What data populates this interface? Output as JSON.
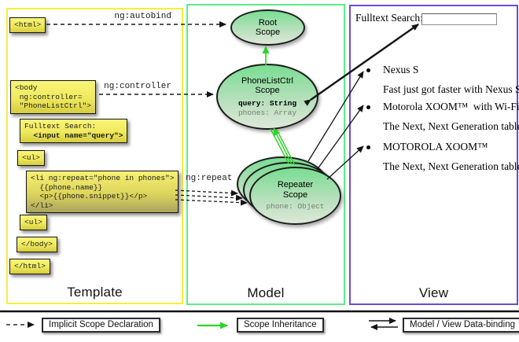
{
  "panels": {
    "template": {
      "title": "Template"
    },
    "model": {
      "title": "Model"
    },
    "view": {
      "title": "View"
    }
  },
  "template_code": {
    "html_open": "<html>",
    "body_open": "<body\n ng:controller=\n \"PhoneListCtrl\">",
    "fulltext_label": "Fulltext Search:",
    "fulltext_input": "  <input name=\"query\">",
    "ul_open": "<ul>",
    "li_repeat": "<li ng:repeat=\"phone in phones\">\n  {{phone.name}}\n  <p>{{phone.snippet}}</p>\n</li>",
    "ul_open_2": "<ul>",
    "body_close": "</body>",
    "html_close": "</html>"
  },
  "arrow_labels": {
    "autobind": "ng:autobind",
    "controller": "ng:controller",
    "repeat": "ng:repeat"
  },
  "model_scopes": {
    "root": {
      "title": "Root\nScope"
    },
    "phone_list_ctrl": {
      "title": "PhoneListCtrl\nScope",
      "query_prop": "query: String",
      "phones_prop": "phones: Array"
    },
    "repeater": {
      "title": "Repeater\nScope",
      "phone_prop": "phone: Object"
    }
  },
  "view": {
    "search_label": "Fulltext Search:",
    "search_value": "",
    "items": [
      {
        "name": "Nexus S",
        "desc": "Fast just got faster with Nexus S."
      },
      {
        "name": "Motorola XOOM™  with Wi-Fi",
        "desc": "The Next, Next Generation tablet."
      },
      {
        "name": "MOTOROLA XOOM™",
        "desc": "The Next, Next Generation tablet."
      }
    ]
  },
  "legend": {
    "implicit": "Implicit Scope Declaration",
    "inheritance": "Scope Inheritance",
    "databinding": "Model / View Data-binding"
  },
  "colors": {
    "template_border": "#f6ee39",
    "model_border": "#5ced8b",
    "view_border": "#6c4ad6",
    "scope_fill_top": "#79dd92",
    "scope_fill_bottom": "#dde8d8",
    "code_box_yellow": "#efe95e",
    "inheritance_green": "#2ed329",
    "arrow_black": "#141414"
  }
}
